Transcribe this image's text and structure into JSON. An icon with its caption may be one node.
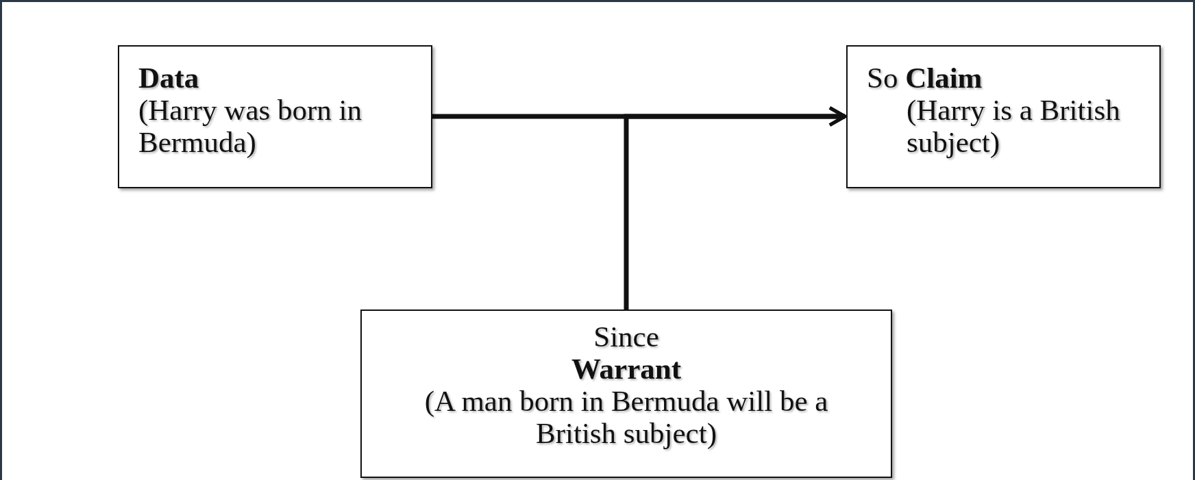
{
  "diagram": {
    "nodes": [
      {
        "text": [
          "Data",
          "(Harry was born in Bermuda)"
        ]
      },
      {
        "text": [
          "So **Claim**",
          "(Harry is a British subject)"
        ]
      },
      {
        "text": [
          "Since",
          "Warrant",
          "(A man born in Bermuda will be a British subject)"
        ]
      }
    ],
    "edges": [
      {
        "from": 0,
        "to": 1,
        "arrow": "to"
      },
      {
        "from": 2,
        "to": 1,
        "arrow": "to"
      }
    ]
  }
}
